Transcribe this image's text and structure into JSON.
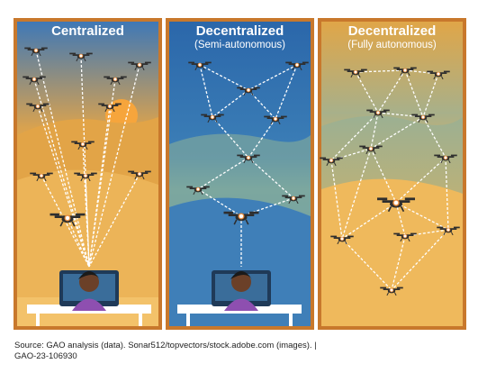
{
  "panels": [
    {
      "title": "Centralized",
      "subtitle": ""
    },
    {
      "title": "Decentralized",
      "subtitle": "(Semi-autonomous)"
    },
    {
      "title": "Decentralized",
      "subtitle": "(Fully autonomous)"
    }
  ],
  "source": {
    "line1": "Source: GAO analysis (data). Sonar512/topvectors/stock.adobe.com (images).  |",
    "line2": "GAO-23-106930"
  },
  "colors": {
    "frame": "#c8782c",
    "sky_warm": "#f2b24a",
    "sky_blue": "#2a5fa0",
    "link": "#ffffff",
    "node_ring": "#e98a3a",
    "drone": "#2e2e2e",
    "operator_shirt": "#8e4fb0"
  }
}
